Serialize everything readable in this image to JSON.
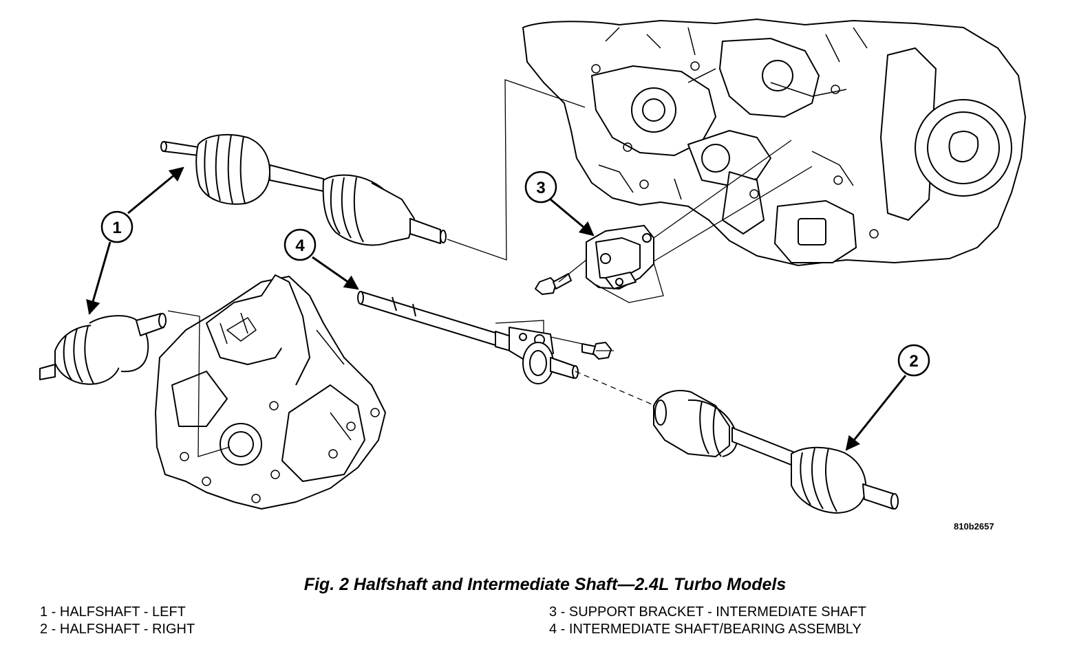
{
  "figure": {
    "caption": "Fig. 2 Halfshaft and Intermediate Shaft—2.4L Turbo Models",
    "figure_id": "810b2657"
  },
  "callouts": [
    "1",
    "2",
    "3",
    "4"
  ],
  "legend": {
    "left": [
      {
        "number": "1",
        "text": "1 - HALFSHAFT - LEFT"
      },
      {
        "number": "2",
        "text": "2 - HALFSHAFT - RIGHT"
      }
    ],
    "right": [
      {
        "number": "3",
        "text": "3 - SUPPORT BRACKET - INTERMEDIATE SHAFT"
      },
      {
        "number": "4",
        "text": "4 - INTERMEDIATE SHAFT/BEARING ASSEMBLY"
      }
    ]
  }
}
